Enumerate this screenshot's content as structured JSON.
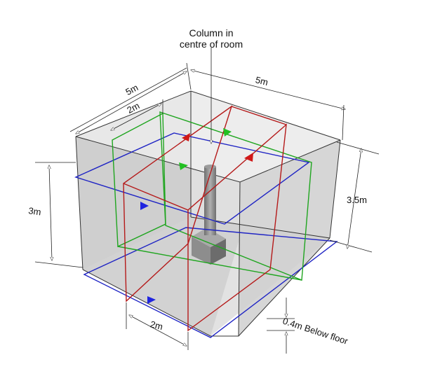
{
  "labels": {
    "column_line1": "Column in",
    "column_line2": "centre of room",
    "width_top_left": "5m",
    "depth_top_right": "5m",
    "inner_top": "2m",
    "height_left": "3m",
    "height_right": "3.5m",
    "inner_bottom": "2m",
    "below_floor": "0.4m Below floor"
  },
  "colors": {
    "blue": "#1f24c4",
    "green": "#1fa51f",
    "red": "#b51a1a",
    "room_top": "#e6e6e6",
    "room_left": "#b9b9b9",
    "room_front": "#d2d2d2",
    "floor": "#dedede",
    "column": "#8a8a8a"
  }
}
